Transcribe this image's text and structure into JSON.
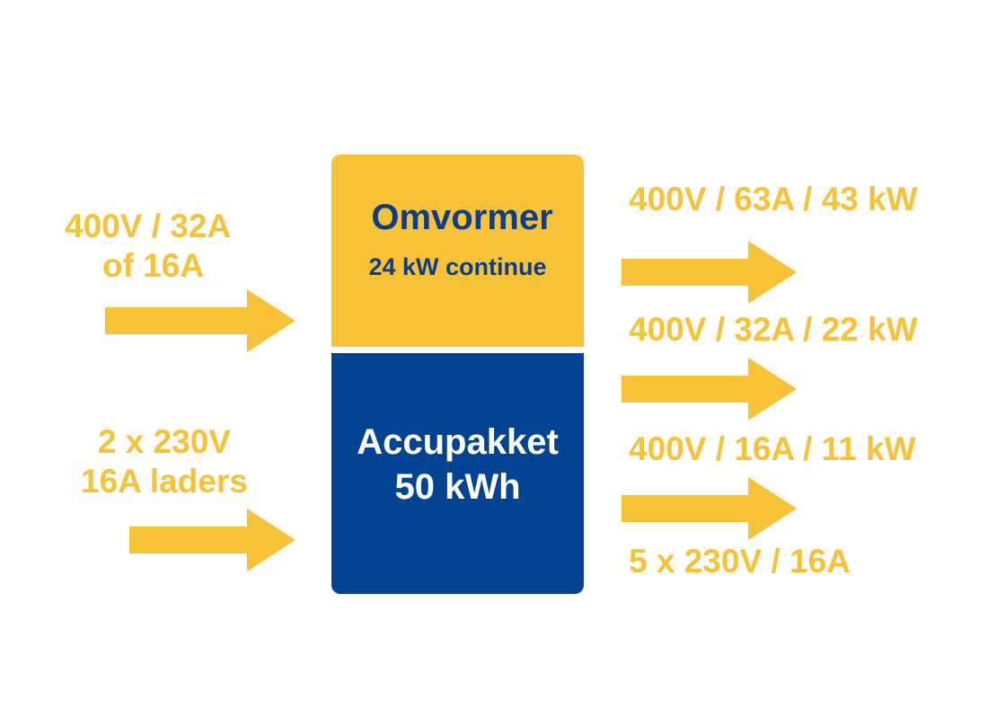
{
  "colors": {
    "accent_yellow": "#f7c236",
    "navy": "#024491",
    "navy_text": "#0d3e8a",
    "white": "#ffffff"
  },
  "inputs": {
    "grid": {
      "line1": "400V / 32A",
      "line2": "of 16A"
    },
    "chargers": {
      "line1": "2 x  230V",
      "line2": "16A laders"
    }
  },
  "inverter": {
    "title": "Omvormer",
    "subtitle": "24 kW continue"
  },
  "battery": {
    "title_line1": "Accupakket",
    "title_line2": "50 kWh"
  },
  "outputs": {
    "out1": "400V / 63A / 43 kW",
    "out2": "400V / 32A / 22 kW",
    "out3": "400V / 16A / 11 kW",
    "out4": "5 x 230V / 16A"
  }
}
